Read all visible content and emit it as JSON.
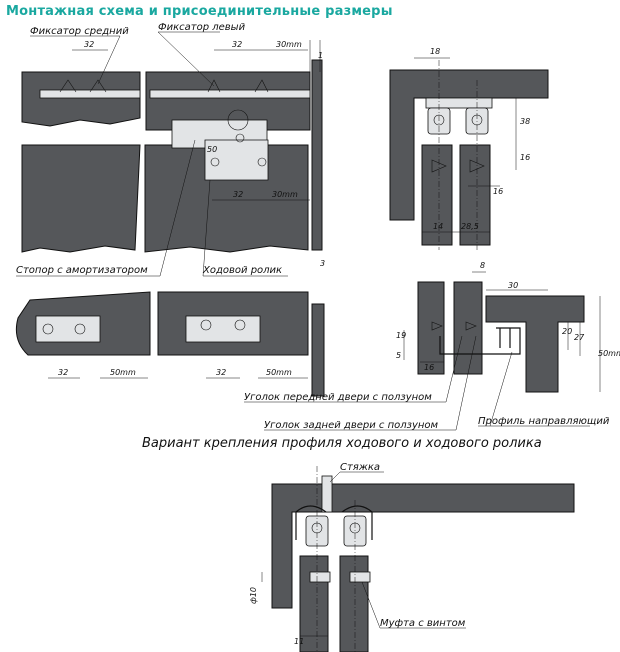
{
  "title": "Монтажная схема и присоединительные размеры",
  "subtitle": "Вариант крепления профиля ходового и ходового ролика",
  "labels": {
    "fixator_middle": "Фиксатор средний",
    "fixator_left": "Фиксатор левый",
    "stopper": "Стопор с амортизатором",
    "roller": "Ходовой ролик",
    "corner_front": "Уголок передней двери с ползуном",
    "corner_back": "Уголок задней двери с ползуном",
    "guide_profile": "Профиль направляющий",
    "tie": "Стяжка",
    "coupling": "Муфта с винтом"
  },
  "dims": {
    "d32": "32",
    "d30mm": "30mm",
    "d1": "1",
    "d50": "50",
    "d3": "3",
    "d50mm": "50mm",
    "d18": "18",
    "d38": "38",
    "d16": "16",
    "d14": "14",
    "d28_5": "28,5",
    "d8": "8",
    "d30": "30",
    "d5": "5",
    "d19": "19",
    "d20": "20",
    "d27": "27",
    "d1_num": "1",
    "d10": "ф10",
    "d11": "11"
  },
  "colors": {
    "title": "#1aa8a0",
    "panel": "#55575a",
    "metal": "#e2e4e6"
  }
}
